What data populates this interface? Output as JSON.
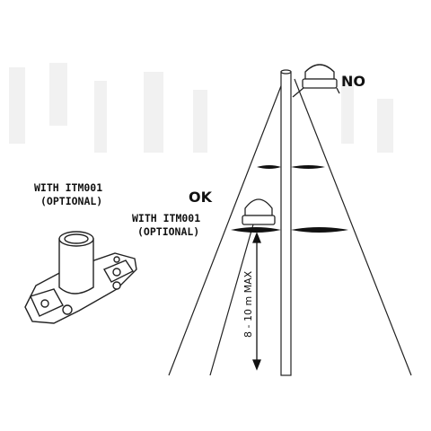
{
  "labels": {
    "no": "NO",
    "ok": "OK",
    "with_itm_left_line1": "WITH ITM001",
    "with_itm_left_line2": "(OPTIONAL)",
    "with_itm_right_line1": "WITH ITM001",
    "with_itm_right_line2": "(OPTIONAL)",
    "height_dimension": "8 - 10  m MAX"
  },
  "icons": [
    "light-dome-icon",
    "mount-bracket-icon",
    "double-arrow-icon"
  ]
}
